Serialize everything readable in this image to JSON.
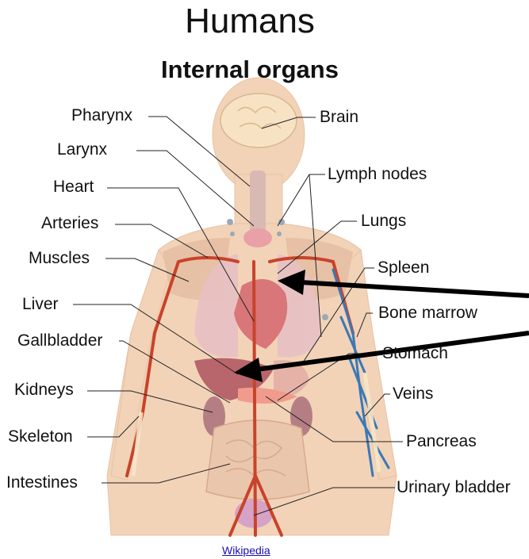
{
  "title": "Humans",
  "subtitle": "Internal organs",
  "labels": {
    "pharynx": "Pharynx",
    "larynx": "Larynx",
    "heart": "Heart",
    "arteries": "Arteries",
    "muscles": "Muscles",
    "liver": "Liver",
    "gallbladder": "Gallbladder",
    "kidneys": "Kidneys",
    "skeleton": "Skeleton",
    "intestines": "Intestines",
    "brain": "Brain",
    "lymph_nodes": "Lymph nodes",
    "lungs": "Lungs",
    "spleen": "Spleen",
    "bone_marrow": "Bone marrow",
    "stomach": "Stomach",
    "veins": "Veins",
    "pancreas": "Pancreas",
    "urinary_bladder": "Urinary bladder"
  },
  "credit": "Wikipedia",
  "colors": {
    "skin": "#f2d3b8",
    "artery": "#c8432b",
    "vein": "#3b78b5",
    "leader": "#222222",
    "pointer_arrow": "#000000"
  }
}
